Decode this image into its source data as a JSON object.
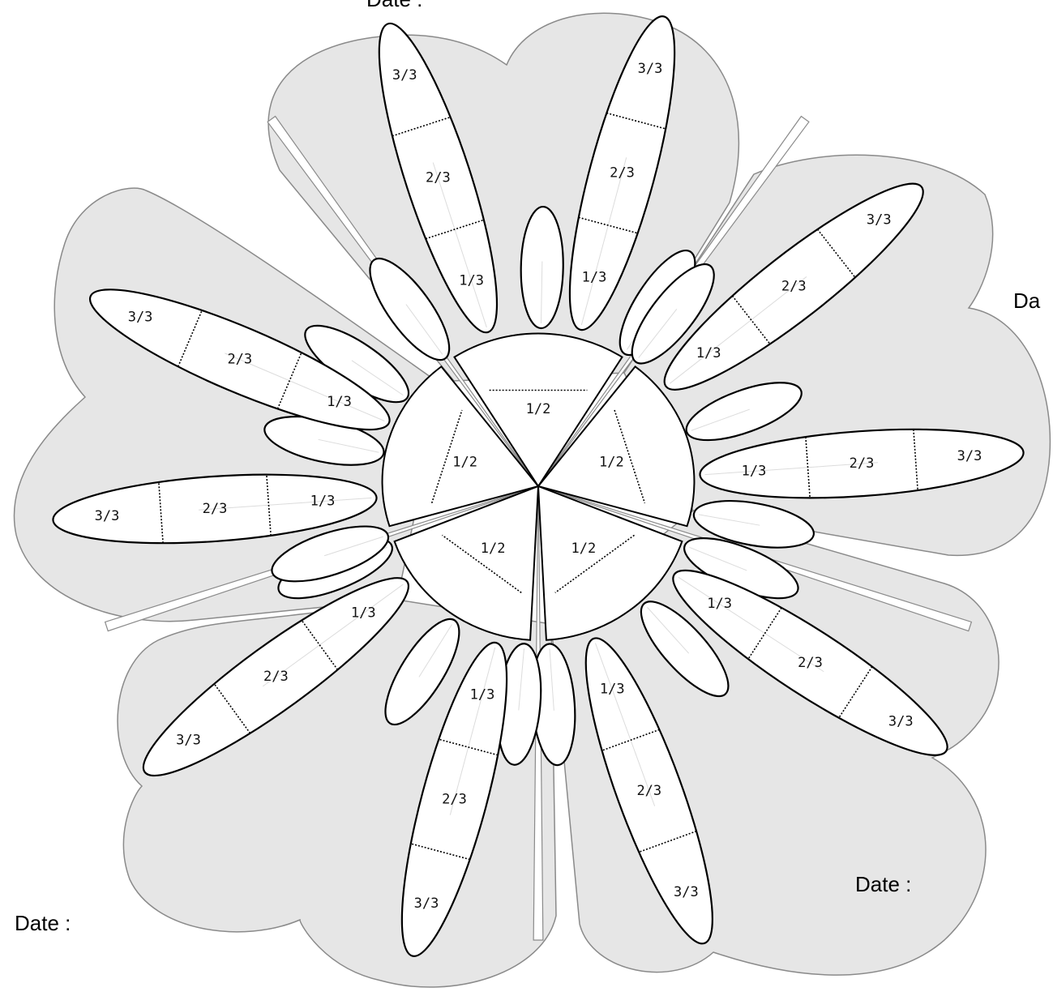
{
  "date_labels": {
    "top": "Date :",
    "right": "Da",
    "bottom_right": "Date :",
    "bottom_left": "Date :"
  },
  "fractions": {
    "half": "1/2",
    "third_1": "1/3",
    "third_2": "2/3",
    "third_3": "3/3"
  },
  "colors": {
    "sector_fill": "#e6e6e6",
    "petal_fill": "#ffffff",
    "outline": "#000000"
  },
  "sectors": [
    {
      "name": "top"
    },
    {
      "name": "right"
    },
    {
      "name": "bottom-right"
    },
    {
      "name": "bottom-left"
    },
    {
      "name": "left"
    }
  ]
}
